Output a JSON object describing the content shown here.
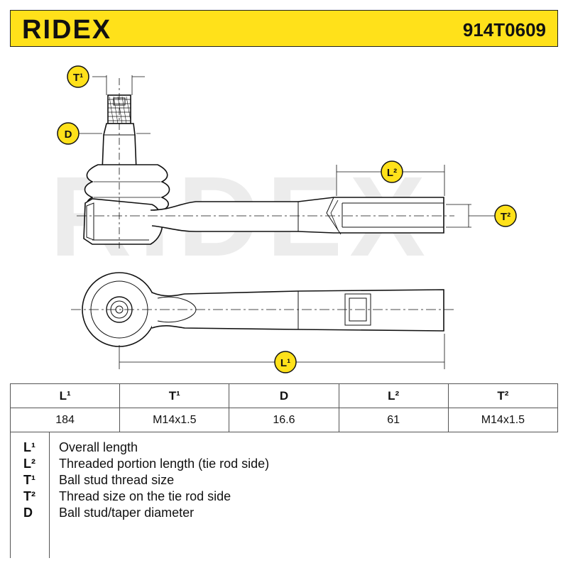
{
  "header": {
    "brand": "RIDEX",
    "part_number": "914T0609",
    "accent_color": "#ffe11a"
  },
  "diagram": {
    "watermark": "RIDEX",
    "labels": {
      "t1": "T¹",
      "d": "D",
      "l2": "L²",
      "t2": "T²",
      "l1": "L¹"
    }
  },
  "spec_table": {
    "headers": [
      "L¹",
      "T¹",
      "D",
      "L²",
      "T²"
    ],
    "values": [
      "184",
      "M14x1.5",
      "16.6",
      "61",
      "M14x1.5"
    ]
  },
  "legend": [
    {
      "key": "L¹",
      "text": "Overall length"
    },
    {
      "key": "L²",
      "text": "Threaded portion length (tie rod side)"
    },
    {
      "key": "T¹",
      "text": "Ball stud thread size"
    },
    {
      "key": "T²",
      "text": "Thread size on the tie rod side"
    },
    {
      "key": "D",
      "text": "Ball stud/taper diameter"
    }
  ]
}
